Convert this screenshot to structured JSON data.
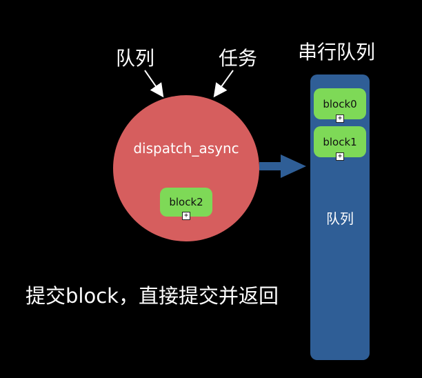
{
  "labels": {
    "queue": "队列",
    "task": "任务",
    "serial_queue": "串行队列",
    "caption": "提交block，直接提交并返回"
  },
  "circle": {
    "title": "dispatch_async",
    "block": "block2"
  },
  "queue_column": {
    "blocks": [
      "block0",
      "block1"
    ],
    "label": "队列"
  },
  "colors": {
    "background": "#000000",
    "circle": "#D65E5E",
    "block": "#7ED957",
    "queue": "#2F5E96",
    "arrow": "#2F5E96"
  },
  "icons": {
    "block_handle": "plus-box-icon"
  }
}
